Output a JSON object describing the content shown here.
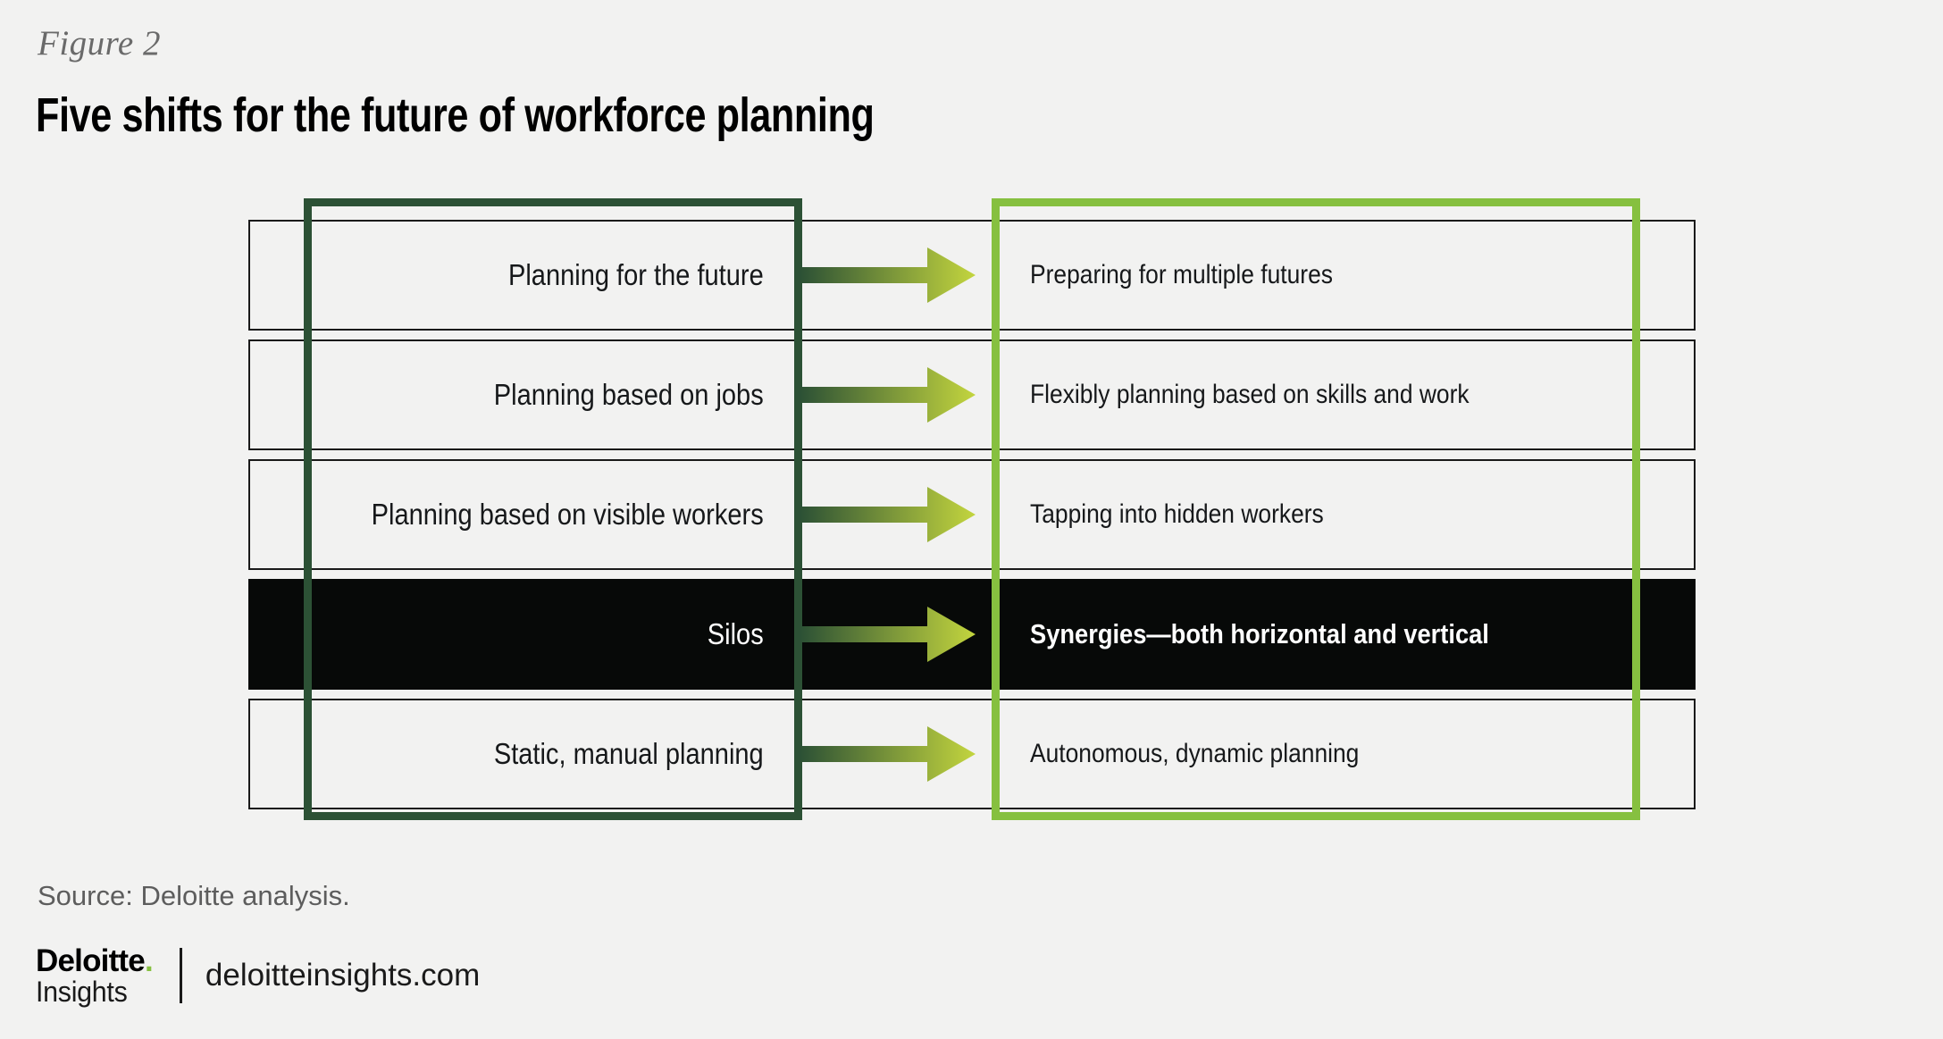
{
  "header": {
    "figure_label": "Figure 2",
    "title": "Five shifts for the future of workforce planning"
  },
  "colors": {
    "background": "#f2f2f1",
    "dark_green": "#2c5135",
    "light_green": "#86c040",
    "highlight_row": "#070908",
    "arrow_gradient_start": "#2c5135",
    "arrow_gradient_end": "#c3d53e",
    "row_outline": "#1a1a1a",
    "source_text": "#5d5d5d",
    "figure_label_text": "#6a6a6a"
  },
  "diagram": {
    "left_frame_name": "current-state-frame",
    "right_frame_name": "future-state-frame",
    "rows": [
      {
        "from": "Planning for the future",
        "to": "Preparing for multiple futures",
        "highlighted": false
      },
      {
        "from": "Planning based on jobs",
        "to": "Flexibly planning based on skills and work",
        "highlighted": false
      },
      {
        "from": "Planning based on visible workers",
        "to": "Tapping into hidden workers",
        "highlighted": false
      },
      {
        "from": "Silos",
        "to": "Synergies—both horizontal and vertical",
        "highlighted": true
      },
      {
        "from": "Static, manual planning",
        "to": "Autonomous, dynamic planning",
        "highlighted": false
      }
    ]
  },
  "footer": {
    "source": "Source: Deloitte analysis.",
    "logo_primary": "Deloitte",
    "logo_dot": ".",
    "logo_secondary": "Insights",
    "url": "deloitteinsights.com"
  }
}
